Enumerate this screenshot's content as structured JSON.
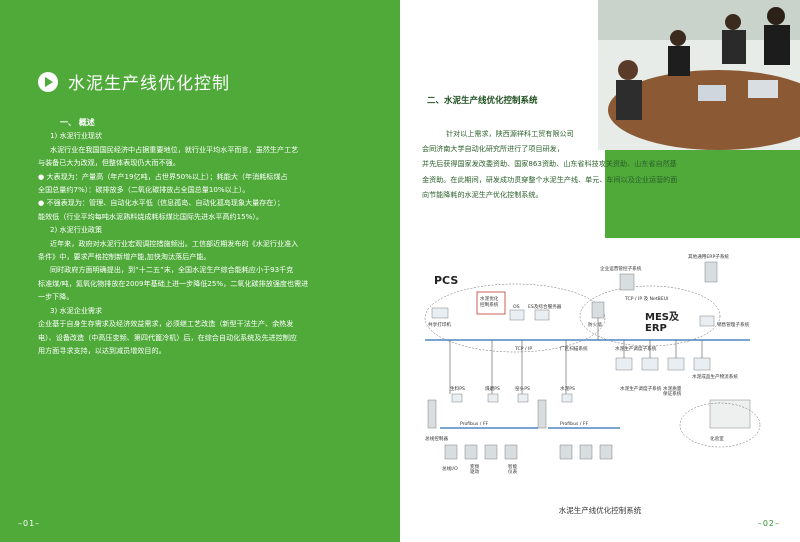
{
  "left": {
    "title": "水泥生产线优化控制",
    "sections": [
      {
        "head": "一、 概述"
      },
      {
        "line": "1) 水泥行业现状"
      },
      {
        "line": "水泥行业在我国国民经济中占据重要地位，就行业平均水平而言，虽然生产工艺"
      },
      {
        "line": "与装备已大为改观，但整体表现仍大而不强。"
      },
      {
        "line": "● 大表现为：产量高（年产19亿吨，占世界50%以上）；耗能大（年消耗标煤占"
      },
      {
        "line": "全国总量约7%）：碳排放多（二氧化碳排放占全国总量10%以上）。"
      },
      {
        "line": "● 不强表现为：管理、自动化水平低（信息孤岛、自动化孤岛现象大量存在）；"
      },
      {
        "line": "能效低（行业平均每吨水泥熟料烧成耗标煤比国际先进水平高约15%）。"
      },
      {
        "line": "2) 水泥行业政策"
      },
      {
        "line": "近年来，政府对水泥行业宏观调控措施频出。工信部近期发布的《水泥行业准入"
      },
      {
        "line": "条件》中，要求严格控制新增产能,加快淘汰落后产能。"
      },
      {
        "line": "同时政府方面明确提出，到“十二五”末，全国水泥生产综合能耗应小于93千克"
      },
      {
        "line": "标准煤/吨，氮氧化物排放在2009年基础上进一步降低25%，二氧化碳排放强度也需进"
      },
      {
        "line": "一步下降。"
      },
      {
        "line": "3) 水泥企业需求"
      },
      {
        "line": "企业基于自身生存需求及经济效益需求，必须继工艺改造（新型干法生产、余热发"
      },
      {
        "line": "电）、设备改造（中高压变频、第四代篦冷机）后，在综合自动化系统及先进控制应"
      },
      {
        "line": "用方面寻求支持，以达到减员增效目的。"
      }
    ],
    "page_number": "–01–"
  },
  "right": {
    "section_title": "二、水泥生产线优化控制系统",
    "intro_lines": [
      "针对以上需求，陕西源祥科工贸有限公司",
      "会同济南大学自动化研究所进行了项目研发，",
      "并先后获得国家发改委资助、国家863资助、山东省科技攻关资助、山东省自然基",
      "金资助。在此期间，研发成功贯穿整个水泥生产线、单元、车间以及企业运营的面",
      "向节能降耗的水泥生产优化控制系统。"
    ],
    "diagram": {
      "pcs": "PCS",
      "mes_erp": "MES及\nERP",
      "control_box": "水泥优化\n控制系统",
      "labels": {
        "enterprise_mgmt": "企业运营管控子系统",
        "other_erp": "其他通用ERP子系统",
        "shared_printer": "共享打印机",
        "os": "OS",
        "es": "ES及综合服务器",
        "firewall": "防火墙",
        "tcp_netbeui": "TCP / IP 及 NetBEUI",
        "sales": "销售管理子系统",
        "tcp_ip": "TCP / IP",
        "plant_scan": "厂区扫描系统",
        "dispatch": "水泥生产调度子系统",
        "qc": "水泥质量\n保证系统",
        "logistics": "水泥成品生产物流系统",
        "raw_ps": "生料PS",
        "coal_ps": "煤磨PS",
        "kiln_ps": "窑头PS",
        "cement_ps": "水泥PS",
        "profibus1": "Profibus / FF",
        "profibus2": "Profibus / FF",
        "dispatch2": "水泥生产调度子系统",
        "lab": "化验室",
        "field_ctrl": "总线控制器",
        "mcc": "总线I/O",
        "device_labels": "变频\n驱动",
        "smart": "智能\n仪表"
      }
    },
    "caption": "水泥生产线优化控制系统",
    "page_number": "–02–"
  },
  "colors": {
    "brand_green": "#4faa3a",
    "dark_green": "#1f4f20"
  }
}
